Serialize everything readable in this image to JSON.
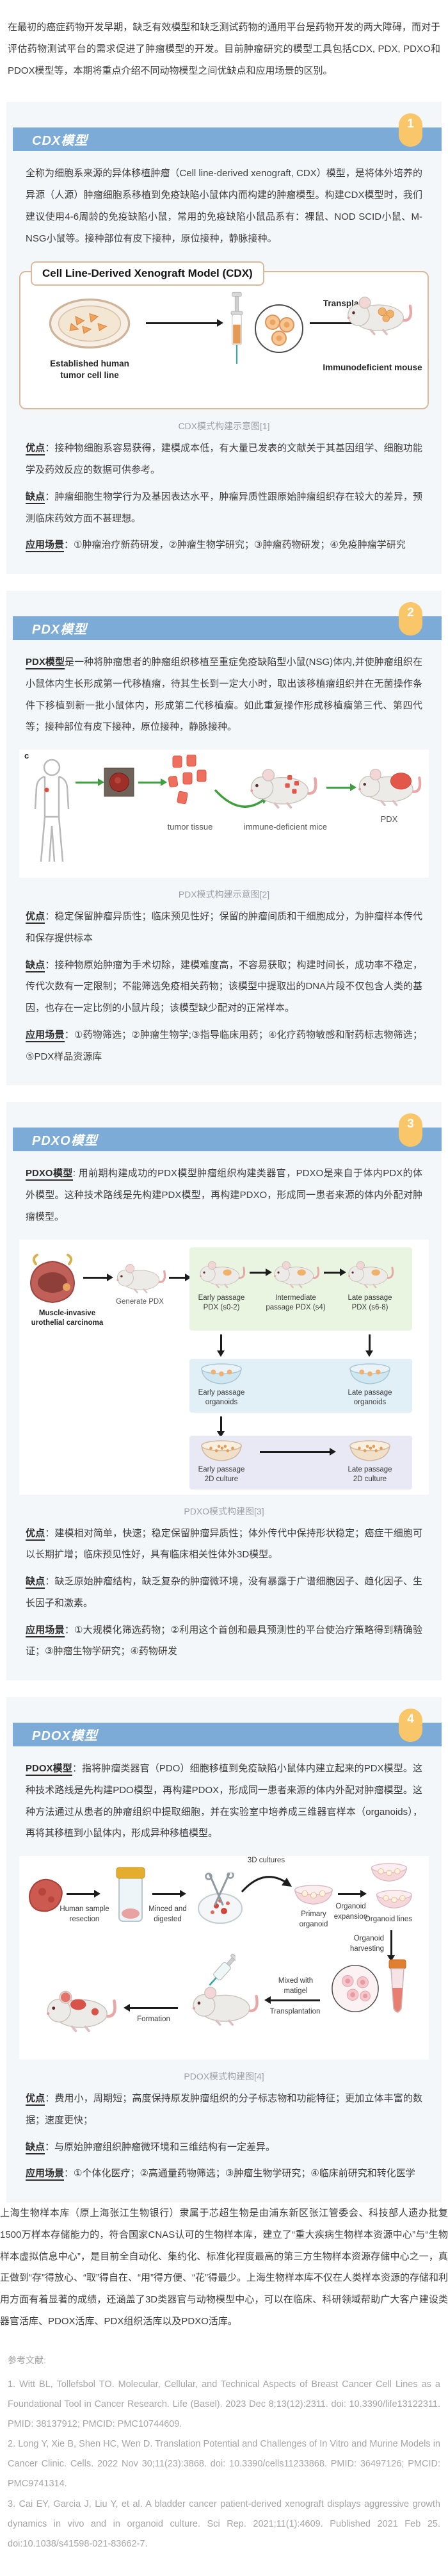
{
  "colors": {
    "header_bar": "#7babd6",
    "badge": "#f9c76a",
    "section_bg": "#f3f7fa",
    "green_arrow": "#3f9e3f"
  },
  "intro": "在最初的癌症药物开发早期，缺乏有效模型和缺乏测试药物的通用平台是药物开发的两大障碍，而对于评估药物测试平台的需求促进了肿瘤模型的开发。目前肿瘤研究的模型工具包括CDX, PDX, PDXO和PDOX模型等，本期将重点介绍不同动物模型之间优缺点和应用场景的区别。",
  "sections": [
    {
      "number": "1",
      "title": "CDX模型",
      "desc_lead": "",
      "desc": "全称为细胞系来源的异体移植肿瘤（Cell line-derived xenograft, CDX）模型，是将体外培养的异源（人源）肿瘤细胞系移植到免疫缺陷小鼠体内而构建的肿瘤模型。构建CDX模型时，我们建议使用4-6周龄的免疫缺陷小鼠，常用的免疫缺陷小鼠品系有：裸鼠、NOD SCID小鼠、M-NSG小鼠等。接种部位有皮下接种，原位接种，静脉接种。",
      "figure": {
        "title": "Cell Line-Derived Xenograft Model (CDX)",
        "cellline1": "Established human",
        "cellline2": "tumor cell line",
        "transplant": "Transplant",
        "mouse": "Immunodeficient mouse",
        "caption": "CDX模式构建示意图[1]"
      },
      "pros_label": "优点",
      "pros": "：接种物细胞系容易获得，建模成本低，有大量已发表的文献关于其基因组学、细胞功能学及药效反应的数据可供参考。",
      "cons_label": "缺点",
      "cons": "：肿瘤细胞生物学行为及基因表达水平，肿瘤异质性跟原始肿瘤组织存在较大的差异，预测临床药效方面不甚理想。",
      "apps_label": "应用场景",
      "apps": "：①肿瘤治疗新药研发，②肿瘤生物学研究；③肿瘤药物研发；④免疫肿瘤学研究"
    },
    {
      "number": "2",
      "title": "PDX模型",
      "desc_lead": "PDX模型",
      "desc": "是一种将肿瘤患者的肿瘤组织移植至重症免疫缺陷型小鼠(NSG)体内,并使肿瘤组织在小鼠体内生长形成第一代移植瘤，待其生长到一定大小时，取出该移植瘤组织并在无菌操作条件下移植到新一批小鼠体内，形成第二代移植瘤。如此重复操作形成移植瘤第三代、第四代等；接种部位有皮下接种，原位接种，静脉接种。",
      "figure": {
        "corner": "c",
        "tumor_tissue": "tumor tissue",
        "mice": "immune-deficient mice",
        "pdx": "PDX",
        "caption": "PDX模式构建示意图[2]"
      },
      "pros_label": "优点",
      "pros": "：稳定保留肿瘤异质性；临床预见性好；保留的肿瘤间质和干细胞成分，为肿瘤样本传代和保存提供标本",
      "cons_label": "缺点",
      "cons": "：接种物原始肿瘤为手术切除，建模难度高，不容易获取；构建时间长，成功率不稳定，传代次数有一定限制；不能筛选免疫相关药物；该模型中提取出的DNA片段不仅包含人类的基因，也存在一定比例的小鼠片段；该模型缺少配对的正常样本。",
      "apps_label": "应用场景",
      "apps": "：①药物筛选；②肿瘤生物学;③指导临床用药；④化疗药物敏感和耐药标志物筛选；⑤PDX样品资源库"
    },
    {
      "number": "3",
      "title": "PDXO模型",
      "desc_lead": "PDXO模型",
      "desc": ": 用前期构建成功的PDX模型肿瘤组织构建类器官，PDXO是来自于体内PDX的体外模型。这种技术路线是先构建PDX模型，再构建PDXO，形成同一患者来源的体内外配对肿瘤模型。",
      "figure": {
        "bladder1": "Muscle-invasive",
        "bladder2": "urothelial carcinoma",
        "generate": "Generate PDX",
        "early1": "Early passage",
        "early2": "PDX (s0-2)",
        "mid1": "Intermediate",
        "mid2": "passage PDX (s4)",
        "late1": "Late passage",
        "late2": "PDX (s6-8)",
        "org_early1": "Early passage",
        "org_early2": "organoids",
        "org_late1": "Late passage",
        "org_late2": "organoids",
        "cult_early1": "Early passage",
        "cult_early2": "2D culture",
        "cult_late1": "Late passage",
        "cult_late2": "2D culture",
        "caption": "PDXO模式构建图[3]"
      },
      "pros_label": "优点",
      "pros": "：建模相对简单，快速；稳定保留肿瘤异质性；体外传代中保持形状稳定；癌症干细胞可以长期扩增；临床预见性好，具有临床相关性体外3D模型。",
      "cons_label": "缺点",
      "cons": "：缺乏原始肿瘤结构，缺乏复杂的肿瘤微环境，没有暴露于广谱细胞因子、趋化因子、生长因子和激素。",
      "apps_label": "应用场景",
      "apps": "：①大规模化筛选药物；②利用这个首创和最具预测性的平台使治疗策略得到精确验证；③肿瘤生物学研究；④药物研发"
    },
    {
      "number": "4",
      "title": "PDOX模型",
      "desc_lead": "PDOX模型",
      "desc": "：指将肿瘤类器官（PDO）细胞移植到免疫缺陷小鼠体内建立起来的PDX模型。这种技术路线是先构建PDO模型，再构建PDOX，形成同一患者来源的体内外配对肿瘤模型。这种方法通过从患者的肿瘤组织中提取细胞，并在实验室中培养成三维器官样本（organoids），再将其移植到小鼠体内，形成异种移植模型。",
      "figure": {
        "resection1": "Human sample",
        "resection2": "resection",
        "minced1": "Minced and",
        "minced2": "digested",
        "cultures3d": "3D cultures",
        "primary1": "Primary",
        "primary2": "organoid",
        "expansion1": "Organoid",
        "expansion2": "expansion",
        "lines": "Organoid lines",
        "harvest1": "Organoid",
        "harvest2": "harvesting",
        "mixed1": "Mixed with",
        "mixed2": "matigel",
        "transplantation": "Transplantation",
        "formation": "Formation",
        "caption": "PDOX模式构建图[4]"
      },
      "pros_label": "优点",
      "pros": "：费用小，周期短；高度保持原发肿瘤组织的分子标志物和功能特征；更加立体丰富的数据；速度更快；",
      "cons_label": "缺点",
      "cons": "：与原始肿瘤组织肿瘤微环境和三维结构有一定差异。",
      "apps_label": "应用场景",
      "apps": "：①个体化医疗；②高通量药物筛选；③肿瘤生物学研究；④临床前研究和转化医学"
    }
  ],
  "outro": "上海生物样本库（原上海张江生物银行）隶属于芯超生物是由浦东新区张江管委会、科技部人遗办批复1500万样本存储能力的，符合国家CNAS认可的生物样本库，建立了“重大疾病生物样本资源中心”与“生物样本虚拟信息中心”，是目前全自动化、集约化、标准化程度最高的第三方生物样本资源存储中心之一，真正做到“存”得放心、“取”得自在、“用”得方便、“花”得最少。上海生物样本库不仅在人类样本资源的存储和利用方面有着显著的成绩，还涵盖了3D类器官与动物模型中心，可以在临床、科研领域帮助广大客户建设类器官活库、PDOX活库、PDX组织活库以及PDXO活库。",
  "references": {
    "heading": "参考文献:",
    "items": [
      "1. Witt BL, Tollefsbol TO. Molecular, Cellular, and Technical Aspects of Breast Cancer Cell Lines as a Foundational Tool in Cancer Research. Life (Basel). 2023 Dec 8;13(12):2311. doi: 10.3390/life13122311. PMID: 38137912; PMCID: PMC10744609.",
      "2. Long Y, Xie B, Shen HC, Wen D. Translation Potential and Challenges of In Vitro and Murine Models in Cancer Clinic. Cells. 2022 Nov 30;11(23):3868. doi: 10.3390/cells11233868. PMID: 36497126; PMCID: PMC9741314.",
      "3. Cai EY, Garcia J, Liu Y, et al. A bladder cancer patient-derived xenograft displays aggressive growth dynamics in vivo and in organoid culture. Sci Rep. 2021;11(1):4609. Published 2021 Feb 25. doi:10.1038/s41598-021-83662-7."
    ]
  }
}
